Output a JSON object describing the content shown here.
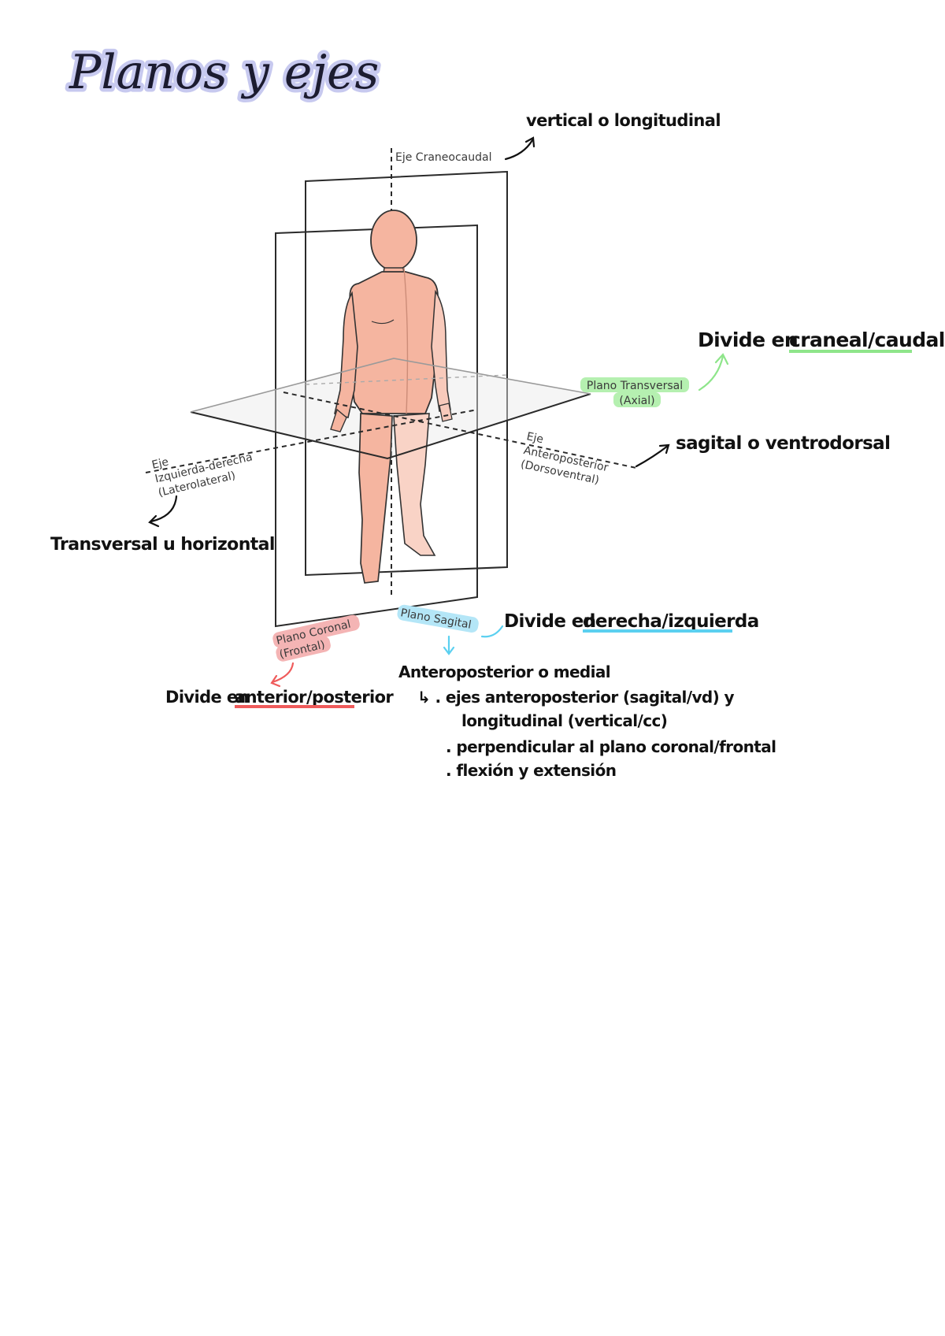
{
  "title": "Planos y ejes",
  "axes": {
    "craneocaudal": "Eje Craneocaudal",
    "izq_der": [
      "Eje",
      "Izquierda-derecha",
      "(Laterolateral)"
    ],
    "anteroposterior": [
      "Eje",
      "Anteroposterior",
      "(Dorsoventral)"
    ]
  },
  "planes": {
    "transversal": [
      "Plano Transversal",
      "(Axial)"
    ],
    "coronal": [
      "Plano Coronal",
      "(Frontal)"
    ],
    "sagital": "Plano Sagital"
  },
  "notes": {
    "vertical": "vertical o longitudinal",
    "divide_craneal_prefix": "Divide en ",
    "divide_craneal_em": "craneal/caudal",
    "sagital_ventro": "sagital o ventrodorsal",
    "transversal_horizontal": "Transversal u horizontal",
    "divide_derecha_prefix": "Divide en ",
    "divide_derecha_em": "derecha/izquierda",
    "divide_anterior_prefix": "Divide en ",
    "divide_anterior_em": "anterior/posterior",
    "anteroposterior_medial": "Anteroposterior o medial",
    "bullets": [
      "↳ . ejes anteroposterior (sagital/vd) y",
      "longitudinal (vertical/cc)",
      ". perpendicular al plano coronal/frontal",
      ". flexión y extensión"
    ]
  },
  "colors": {
    "title_glow": "#c7c9ef",
    "transversal": "#b5f0b0",
    "transversal_arrow": "#8ee58a",
    "coronal": "#f4b4b4",
    "coronal_arrow": "#ef5b5b",
    "sagital": "#b4e6f7",
    "sagital_arrow": "#5bd0f0",
    "body": "#f5b5a0"
  }
}
